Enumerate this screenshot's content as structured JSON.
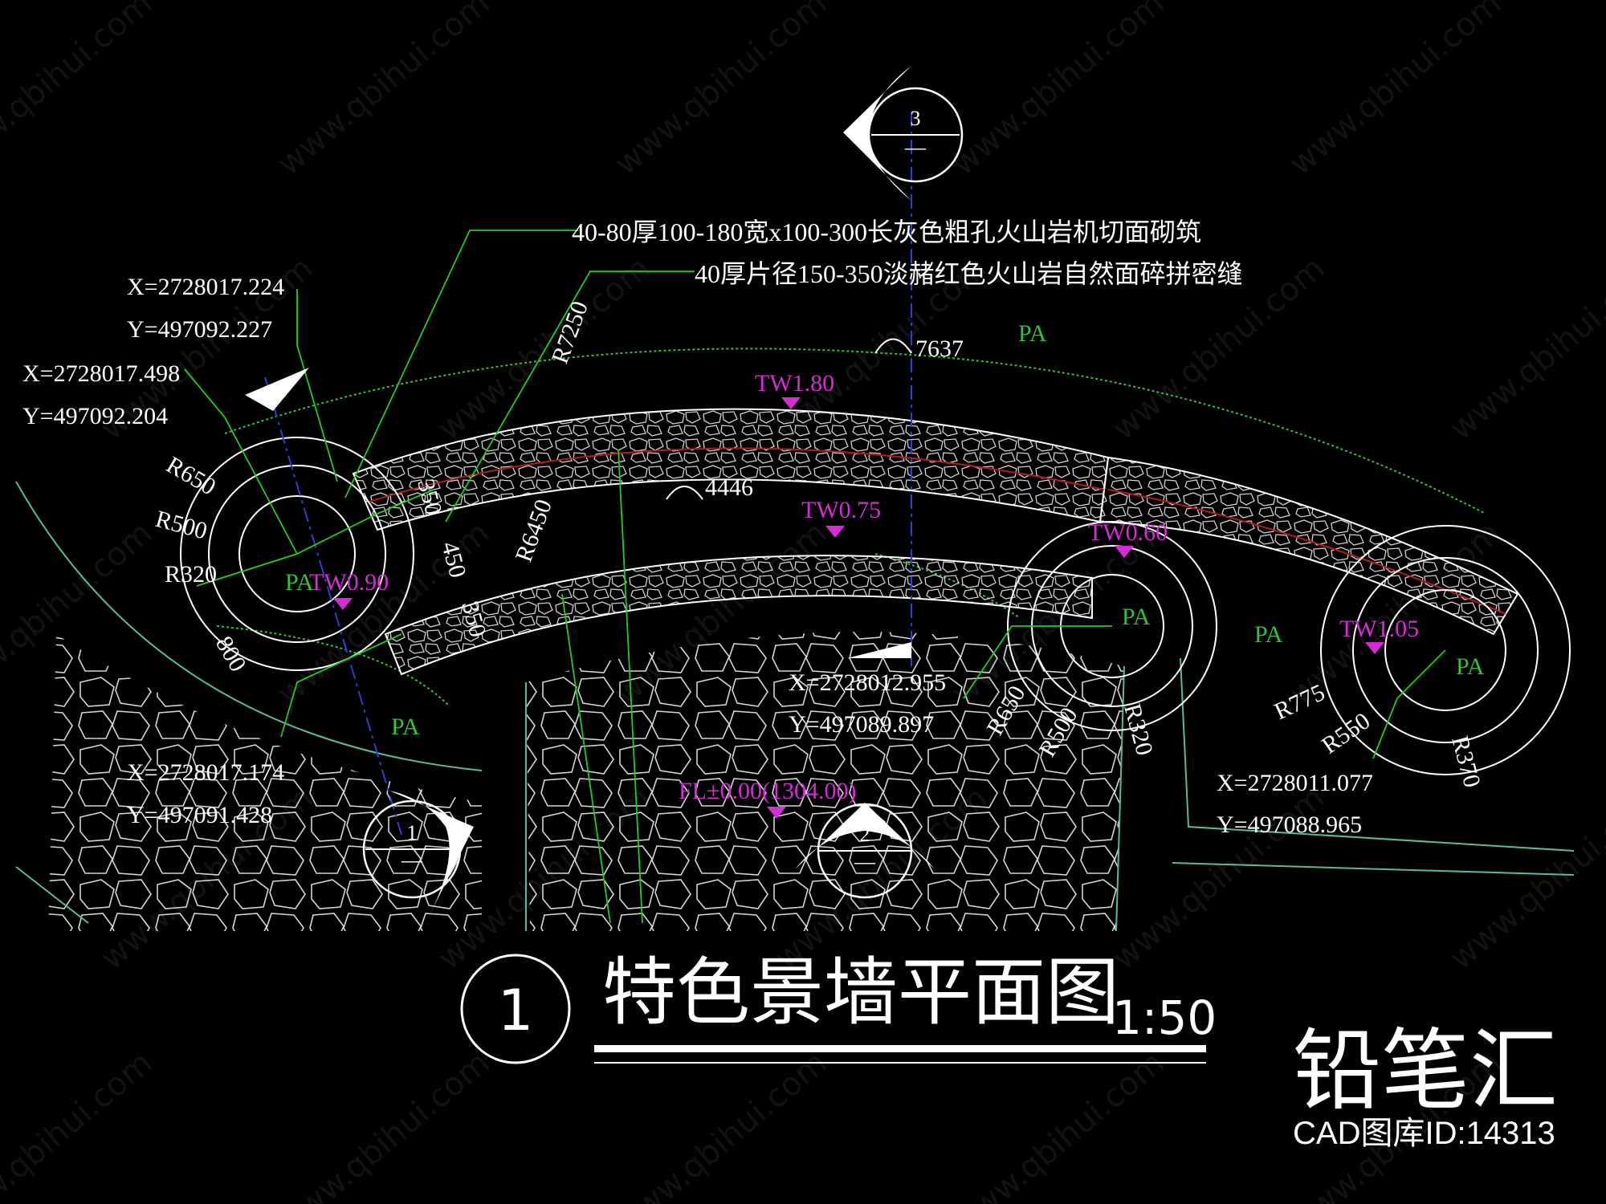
{
  "title": {
    "number": "1",
    "text": "特色景墙平面图",
    "scale": "1:50"
  },
  "branding": {
    "logo_text": "铅笔汇",
    "cad_id": "CAD图库ID:14313",
    "watermark_url": "www.qbihui.com"
  },
  "material_notes": [
    "40-80厚100-180宽x100-300长灰色粗孔火山岩机切面砌筑",
    "40厚片径150-350淡赭红色火山岩自然面碎拼密缝"
  ],
  "coordinates": [
    {
      "x": "X=2728017.224",
      "y": "Y=497092.227"
    },
    {
      "x": "X=2728017.498",
      "y": "Y=497092.204"
    },
    {
      "x": "X=2728017.174",
      "y": "Y=497091.428"
    },
    {
      "x": "X=2728012.955",
      "y": "Y=497089.897"
    },
    {
      "x": "X=2728011.077",
      "y": "Y=497088.965"
    }
  ],
  "radii": {
    "left": [
      "R650",
      "R500",
      "R320"
    ],
    "middle": [
      "R650",
      "R500",
      "R320"
    ],
    "right": [
      "R775",
      "R550",
      "R370"
    ],
    "arc_outer": "R7250",
    "arc_inner": "R6450"
  },
  "dimensions": {
    "w1": "350",
    "w2": "450",
    "w3": "350",
    "edge": "800",
    "arc_len_top": "7637",
    "arc_len_mid": "4446"
  },
  "elevations": {
    "tw_top": "TW1.80",
    "tw_mid": "TW0.75",
    "tw_left": "TW0.90",
    "tw_midcircle": "TW0.60",
    "tw_right": "TW1.05",
    "floor": "FL±0.00(1304.00)"
  },
  "planting_labels": [
    "PA",
    "PA",
    "PA",
    "PA",
    "PA",
    "PA",
    "PA"
  ],
  "section_markers": [
    {
      "num": "3",
      "sub": "—"
    },
    {
      "num": "1",
      "sub": "—"
    },
    {
      "num": "2",
      "sub": "—"
    }
  ],
  "colors": {
    "background": "#000000",
    "linework": "#ffffff",
    "planting": "#2fc23a",
    "elevation": "#d52cd5",
    "leader": "#22cc22",
    "centerline": "#2b3fd6",
    "hidden": "#b01d1d",
    "boundary": "#57b9a8"
  }
}
